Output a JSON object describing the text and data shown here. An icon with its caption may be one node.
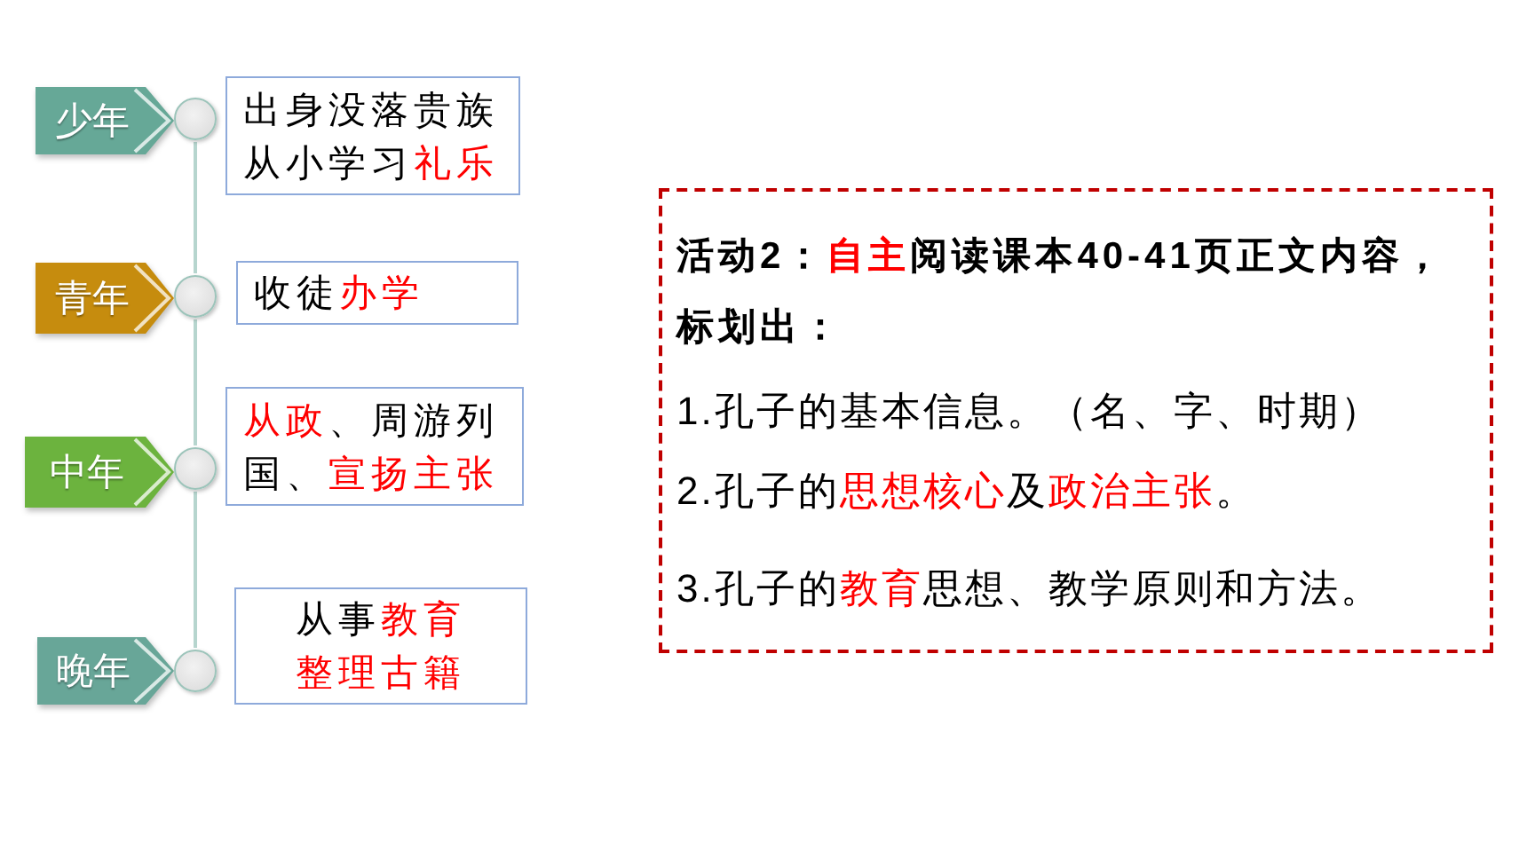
{
  "diagram": {
    "nodes": [
      {
        "text": [
          "少年"
        ]
      },
      {
        "text": [],
        "shape": "circle"
      },
      {
        "text": [
          "出身没落贵族从小学习**礼乐**"
        ]
      },
      {
        "text": [
          "青年"
        ]
      },
      {
        "text": [],
        "shape": "circle"
      },
      {
        "text": [
          "收徒**办学**"
        ]
      },
      {
        "text": [
          "中年"
        ]
      },
      {
        "text": [],
        "shape": "circle"
      },
      {
        "text": [
          "**从政**、周游列国、**宣扬主张**"
        ]
      },
      {
        "text": [
          "晚年"
        ]
      },
      {
        "text": [],
        "shape": "circle"
      },
      {
        "text": [
          "从事**教育整理古籍**"
        ]
      },
      {
        "text": [
          "活动2：**自主**阅读课本40-41页正文内容，标划出：",
          "1.孔子的基本信息。（名、字、时期）",
          "2.孔子的**思想核心**及**政治主张**。",
          "3.孔子的**教育**思想、教学原则和方法。"
        ]
      }
    ],
    "edges": [
      {
        "from": 1,
        "to": 4,
        "arrow": "none"
      },
      {
        "from": 4,
        "to": 7,
        "arrow": "none"
      },
      {
        "from": 7,
        "to": 10,
        "arrow": "none"
      }
    ]
  }
}
